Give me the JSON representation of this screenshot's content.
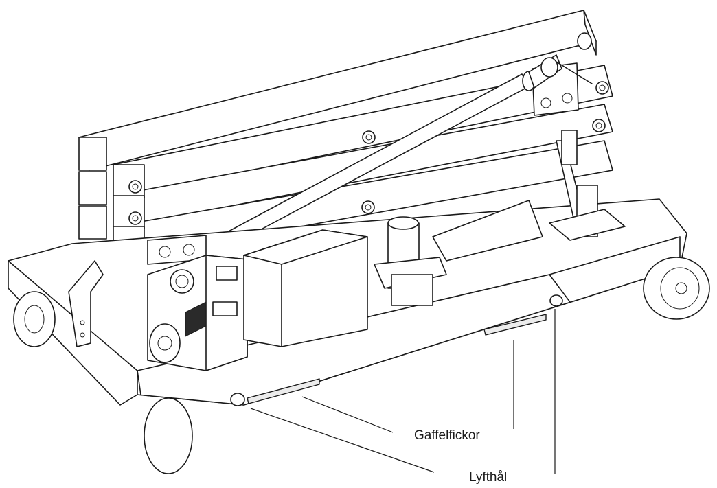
{
  "diagram": {
    "callouts": [
      {
        "id": "fork-pockets",
        "label": "Gaffelfickor"
      },
      {
        "id": "lifting-holes",
        "label": "Lyfthål"
      }
    ]
  }
}
